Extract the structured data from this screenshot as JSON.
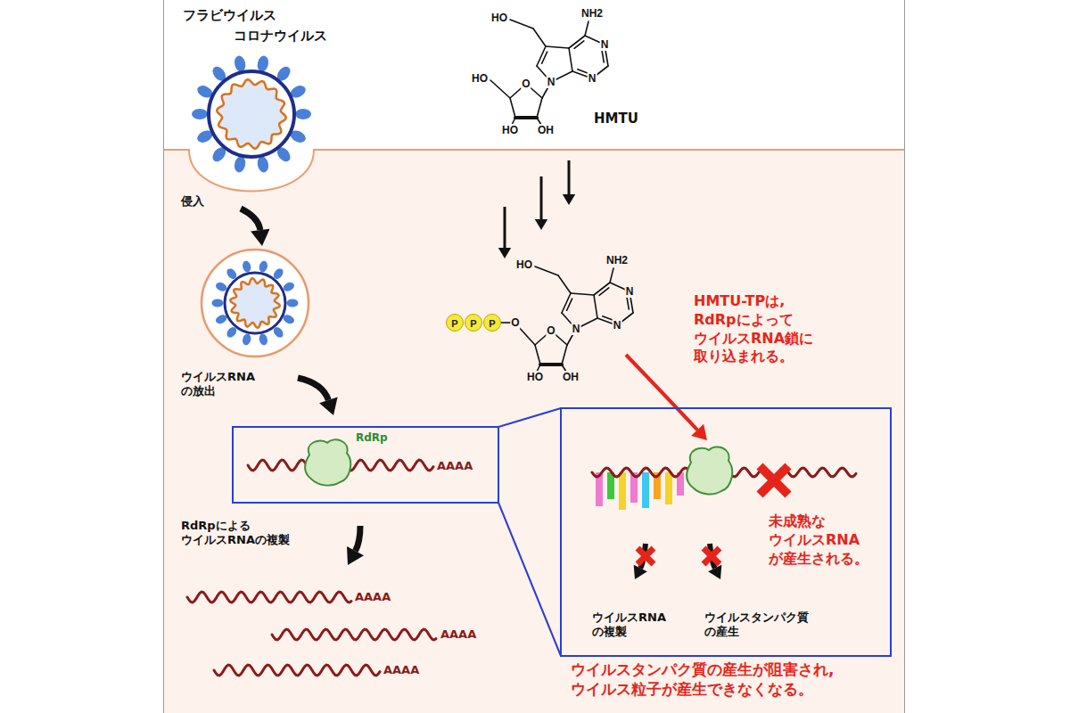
{
  "diagram": {
    "nodes": [
      {
        "text": [
          "AAAA"
        ]
      },
      {
        "text": [
          "RdRp"
        ],
        "in": 0
      },
      {
        "text": [
          "未成熟な ウイルスRNA が産生される。",
          "ウイルスRNA の複製",
          "ウイルスタンパク質 の産生"
        ]
      },
      {
        "text": [
          "P"
        ]
      },
      {
        "text": [
          "P"
        ]
      },
      {
        "text": [
          "P"
        ]
      }
    ],
    "edges": [
      {
        "from": 0,
        "to": 2,
        "arrow": "none"
      },
      {
        "from": 0,
        "to": 2,
        "arrow": "none"
      }
    ],
    "labels": [
      "フラビウイルス",
      "コロナウイルス",
      "HO",
      "NH2",
      "N",
      "N",
      "N",
      "HO",
      "O",
      "HO",
      "OH",
      "HMTU",
      "侵入",
      "ウイルスRNA の放出",
      "HO",
      "NH2",
      "N",
      "N",
      "N",
      "O",
      "O",
      "HO",
      "OH",
      "HMTU-TPは, RdRpによって ウイルスRNA鎖に 取り込まれる。",
      "RdRpによる ウイルスRNAの複製",
      "AAAA",
      "AAAA",
      "AAAA",
      "ウイルスタンパク質の産生が阻害され, ウイルス粒子が産生できなくなる。"
    ]
  }
}
